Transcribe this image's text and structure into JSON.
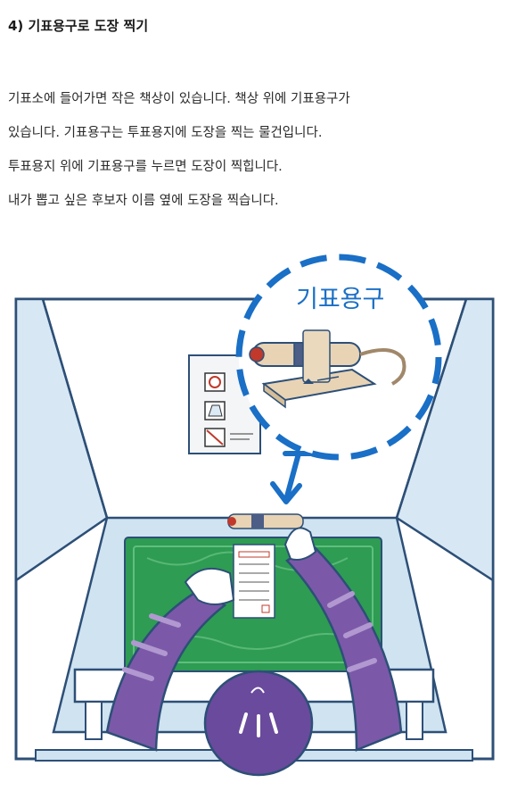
{
  "section": {
    "heading": "4) 기표용구로 도장 찍기",
    "paragraph_lines": [
      "기표소에 들어가면 작은 책상이 있습니다. 책상 위에 기표용구가",
      "있습니다. 기표용구는 투표용지에 도장을 찍는 물건입니다.",
      "투표용지 위에 기표용구를 누르면 도장이 찍힙니다.",
      "내가 뽑고 싶은 후보자 이름 옆에 도장을 찍습니다."
    ]
  },
  "illustration": {
    "zoom_label": "기표용구",
    "icons": [
      "stamp-tool-icon",
      "ballot-box-icon",
      "no-photo-icon"
    ],
    "colors": {
      "booth_wall": "#cfe3f1",
      "booth_outline": "#2d4f77",
      "green_mat": "#2e9c53",
      "zoom_circle": "#1a6fc6",
      "sleeve": "#7b59a8",
      "hair": "#6a4a9c",
      "stamp_body": "#e8d3b4"
    }
  }
}
